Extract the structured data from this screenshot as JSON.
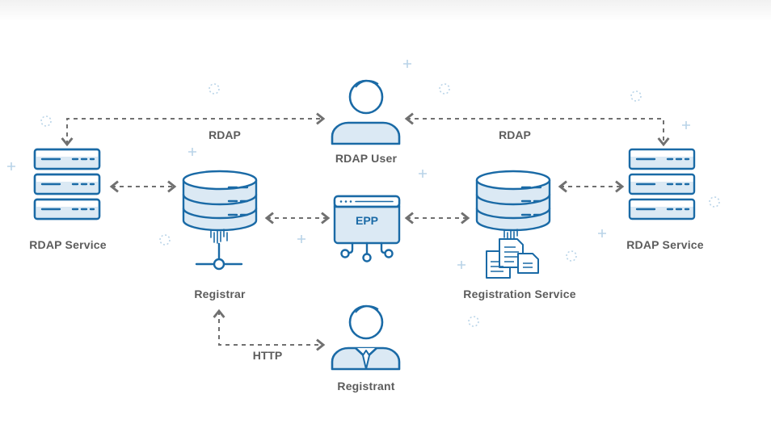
{
  "nodes": {
    "rdap_user": "RDAP User",
    "rdap_service_left": "RDAP Service",
    "rdap_service_right": "RDAP Service",
    "registrar": "Registrar",
    "registration_service": "Registration Service",
    "registrant": "Registrant",
    "epp": "EPP"
  },
  "connections": {
    "left_rdap": "RDAP",
    "right_rdap": "RDAP",
    "http": "HTTP"
  },
  "colors": {
    "stroke": "#1a6aa6",
    "fill_light": "#dbe9f4",
    "dashed_arrow": "#707070",
    "label_text": "#5c5c5c",
    "sparkle": "#b9d4e8"
  }
}
